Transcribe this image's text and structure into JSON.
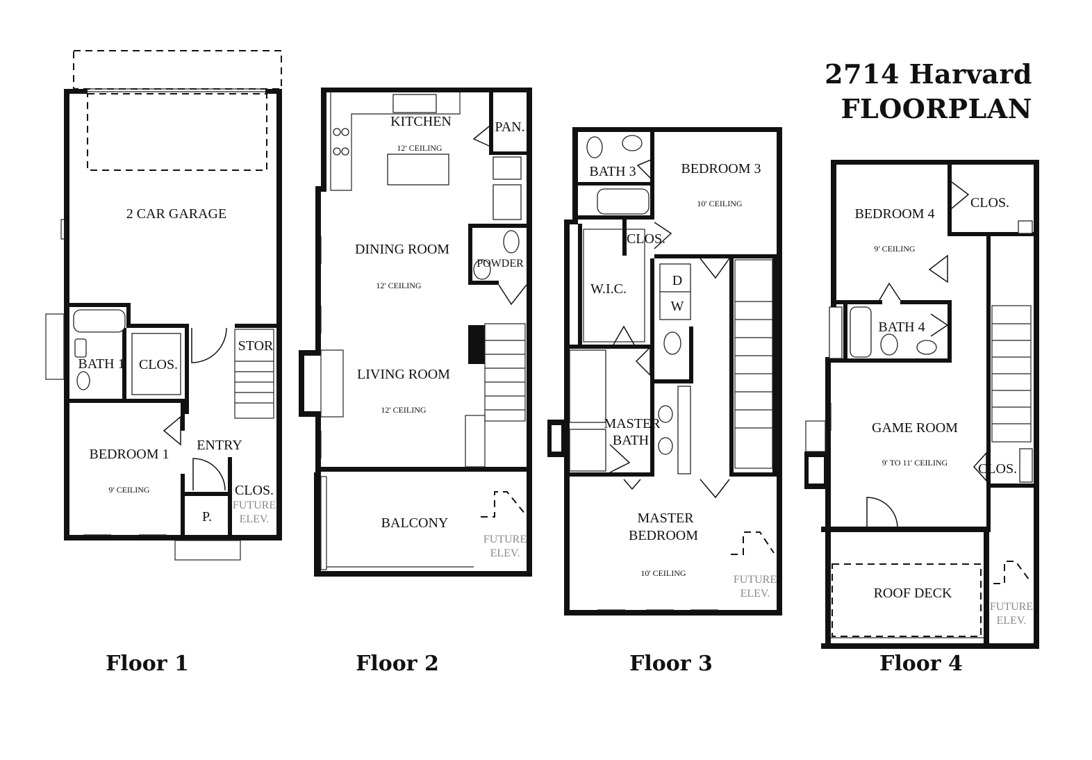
{
  "title": {
    "line1": "2714 Harvard",
    "line2": "FLOORPLAN"
  },
  "floors": [
    {
      "label": "Floor 1",
      "rooms": {
        "garage": "2 CAR GARAGE",
        "bath": "BATH 1",
        "closet": "CLOS.",
        "stor": "STOR",
        "entry": "ENTRY",
        "bedroom": "BEDROOM 1",
        "bedroom_ceiling": "9' CEILING",
        "closet2": "CLOS.",
        "future1": "FUTURE",
        "future2": "ELEV.",
        "porch": "P."
      }
    },
    {
      "label": "Floor 2",
      "rooms": {
        "kitchen": "KITCHEN",
        "kitchen_ceiling": "12' CEILING",
        "pantry": "PAN.",
        "dining": "DINING ROOM",
        "dining_ceiling": "12' CEILING",
        "powder": "POWDER",
        "living": "LIVING ROOM",
        "living_ceiling": "12' CEILING",
        "balcony": "BALCONY",
        "future1": "FUTURE",
        "future2": "ELEV."
      }
    },
    {
      "label": "Floor 3",
      "rooms": {
        "bath": "BATH 3",
        "bedroom": "BEDROOM 3",
        "bedroom_ceiling": "10' CEILING",
        "closet": "CLOS.",
        "wic": "W.I.C.",
        "dryer": "D",
        "washer": "W",
        "master_bath1": "MASTER",
        "master_bath2": "BATH",
        "master_bed1": "MASTER",
        "master_bed2": "BEDROOM",
        "master_ceiling": "10' CEILING",
        "future1": "FUTURE",
        "future2": "ELEV."
      }
    },
    {
      "label": "Floor 4",
      "rooms": {
        "bedroom": "BEDROOM 4",
        "bedroom_ceiling": "9' CEILING",
        "closet": "CLOS.",
        "bath": "BATH 4",
        "game": "GAME ROOM",
        "game_ceiling": "9' TO 11' CEILING",
        "closet2": "CLOS.",
        "roof": "ROOF DECK",
        "future1": "FUTURE",
        "future2": "ELEV."
      }
    }
  ]
}
